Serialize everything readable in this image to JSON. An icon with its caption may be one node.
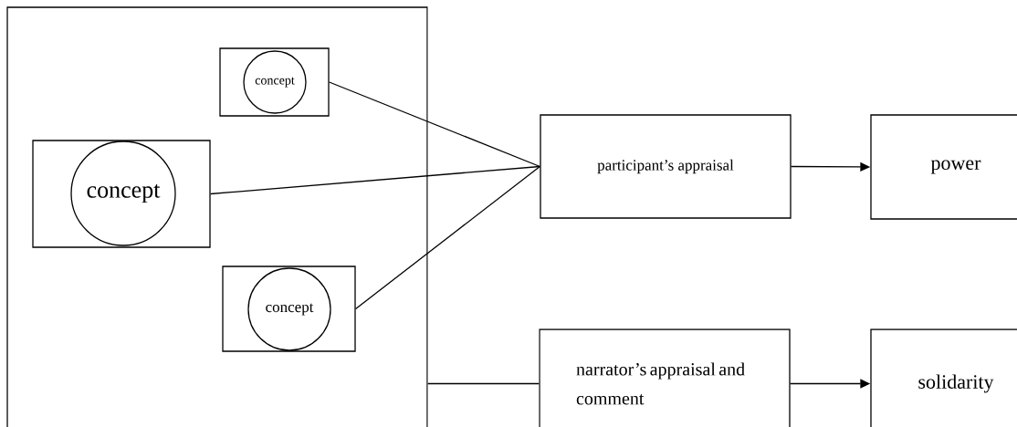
{
  "diagram": {
    "nodes": [
      {
        "text": [],
        "shape": "box"
      },
      {
        "text": [],
        "shape": "box",
        "in": 0
      },
      {
        "text": [
          "concept"
        ],
        "in": 1
      },
      {
        "text": [],
        "shape": "box",
        "in": 0
      },
      {
        "text": [
          "concept"
        ],
        "in": 3
      },
      {
        "text": [],
        "shape": "box",
        "in": 0
      },
      {
        "text": [
          "concept"
        ],
        "in": 5
      },
      {
        "text": [
          "participant’s appraisal"
        ]
      },
      {
        "text": [
          "power"
        ]
      },
      {
        "text": [
          "narrator’s appraisal and comment"
        ]
      },
      {
        "text": [
          "solidarity"
        ]
      }
    ],
    "edges": [
      {
        "from": 1,
        "to": 7,
        "arrow": "none"
      },
      {
        "from": 3,
        "to": 7,
        "arrow": "none"
      },
      {
        "from": 5,
        "to": 7,
        "arrow": "none"
      },
      {
        "from": 0,
        "to": 9,
        "arrow": "none"
      },
      {
        "from": 7,
        "to": 8,
        "arrow": "to"
      },
      {
        "from": 9,
        "to": 10,
        "arrow": "to"
      }
    ]
  }
}
